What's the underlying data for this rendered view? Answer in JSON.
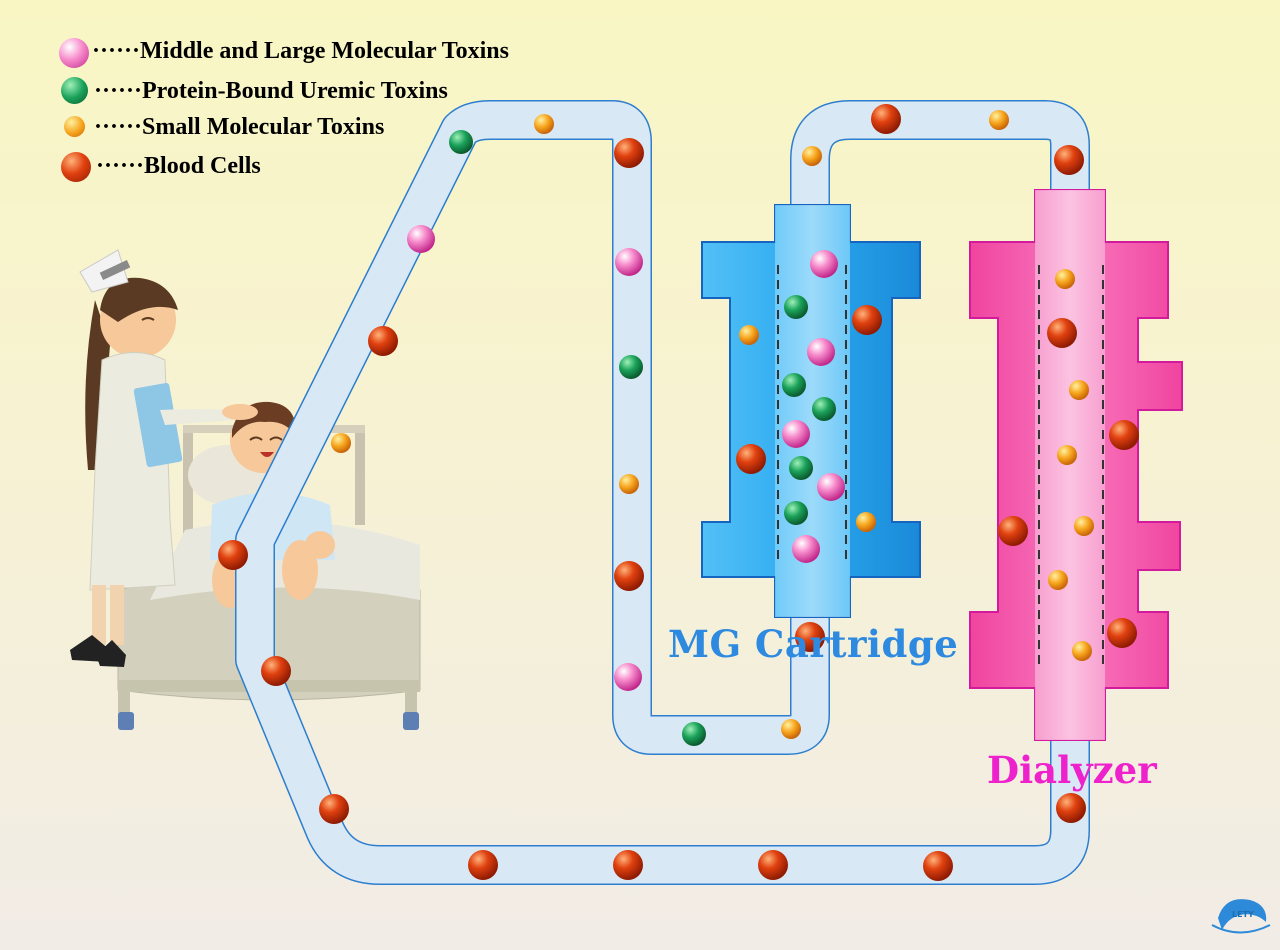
{
  "legend": [
    {
      "kind": "middle-large",
      "label": "······Middle and Large Molecular Toxins"
    },
    {
      "kind": "protein-bound",
      "label": "······Protein-Bound Uremic Toxins"
    },
    {
      "kind": "small",
      "label": "······Small Molecular Toxins"
    },
    {
      "kind": "blood-cell",
      "label": "······Blood Cells"
    }
  ],
  "labels": {
    "cartridge": "MG Cartridge",
    "dialyzer": "Dialyzer"
  },
  "logo": {
    "text": "LETY"
  },
  "colors": {
    "middle-large": "#f46bbd",
    "protein-bound": "#1aa25a",
    "small": "#f6a21a",
    "blood-cell": "#d9310b",
    "tube": "#e6f0f8",
    "tube_outline": "#2d7ecf",
    "cartridge": "#2aa8ee",
    "dialyzer": "#f653b3"
  }
}
